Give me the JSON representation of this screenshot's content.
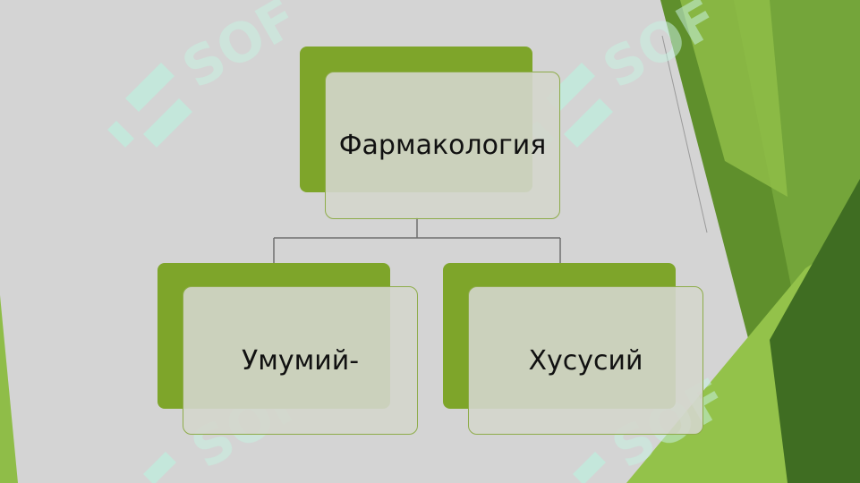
{
  "diagram": {
    "type": "hierarchy",
    "root": {
      "label": "Фармакология"
    },
    "children": [
      {
        "label": "Умумий-"
      },
      {
        "label": "Хусусий"
      }
    ]
  },
  "colors": {
    "background": "#d4d4d4",
    "accent_green": "#7ea52a",
    "box_fill": "#d4d6cc",
    "watermark": "#bfeedd"
  },
  "watermark": {
    "text": "SOF"
  }
}
